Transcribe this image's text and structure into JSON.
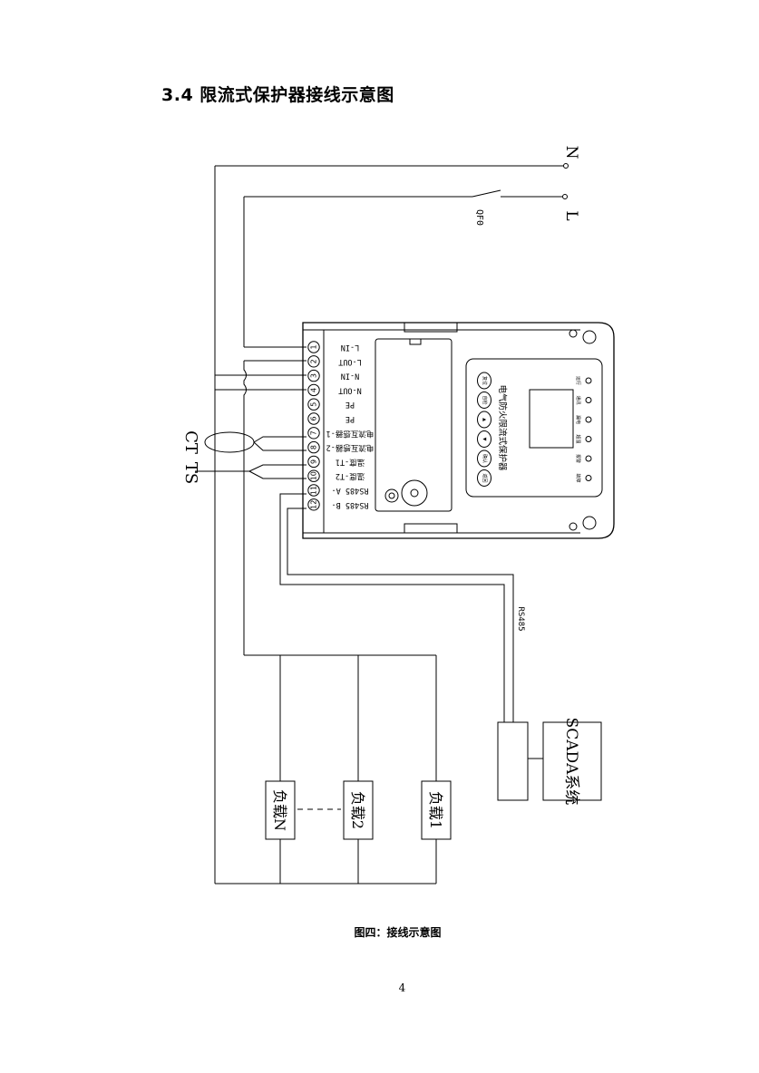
{
  "heading": "3.4 限流式保护器接线示意图",
  "diagram": {
    "mains": {
      "n_label": "N",
      "l_label": "L",
      "breaker_label": "QF0"
    },
    "sensors": {
      "ct_label": "CT",
      "ts_label": "TS"
    },
    "terminals": [
      {
        "num": "1",
        "label": "L-IN"
      },
      {
        "num": "2",
        "label": "L-OUT"
      },
      {
        "num": "3",
        "label": "N-IN"
      },
      {
        "num": "4",
        "label": "N-OUT"
      },
      {
        "num": "5",
        "label": "PE"
      },
      {
        "num": "6",
        "label": "PE"
      },
      {
        "num": "7",
        "label": "电流互感器-1"
      },
      {
        "num": "8",
        "label": "电流互感器-2"
      },
      {
        "num": "9",
        "label": "温度-T1"
      },
      {
        "num": "10",
        "label": "温度-T2"
      },
      {
        "num": "11",
        "label": "RS485 A-"
      },
      {
        "num": "12",
        "label": "RS485 B-"
      }
    ],
    "device": {
      "name": "电气防火限流式保护器",
      "buttons": [
        "复位",
        "自检",
        "▲",
        "▼",
        "确认",
        "返回"
      ],
      "leds": [
        "运行",
        "通讯",
        "漏电",
        "超温",
        "报警",
        "故障"
      ]
    },
    "bus_label": "RS485",
    "scada_label": "SCADA系统",
    "loads": [
      "负载N",
      "负载2",
      "负载1"
    ]
  },
  "caption": "图四：接线示意图",
  "page_number": "4"
}
